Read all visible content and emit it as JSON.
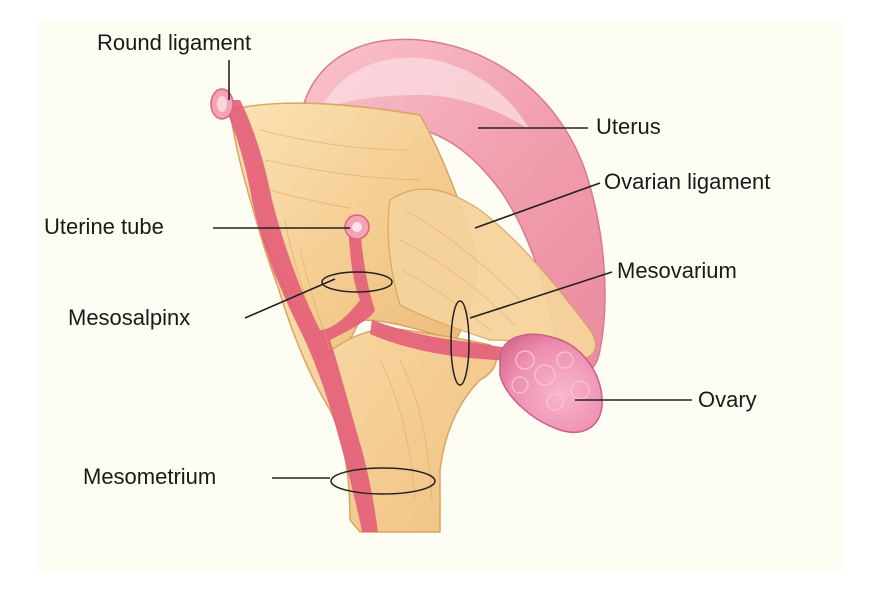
{
  "labels": {
    "round_ligament": "Round ligament",
    "uterine_tube": "Uterine tube",
    "mesosalpinx": "Mesosalpinx",
    "mesometrium": "Mesometrium",
    "uterus": "Uterus",
    "ovarian_ligament": "Ovarian ligament",
    "mesovarium": "Mesovarium",
    "ovary": "Ovary"
  },
  "colors": {
    "background": "#fdfdf3",
    "uterus_pink": "#f3a6b4",
    "uterus_light": "#f9cdd4",
    "ligament_tan": "#f2c98a",
    "ligament_light": "#f8dfb0",
    "ligament_stroke": "#d9a560",
    "vessel_red": "#e4607a",
    "ovary_pink": "#f08fb0",
    "leader_line": "#222222"
  }
}
